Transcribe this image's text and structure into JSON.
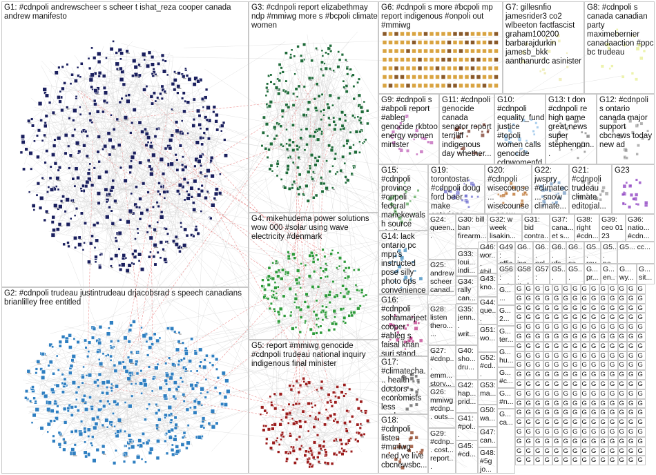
{
  "groups": [
    {
      "id": "G1",
      "label": "G1: #cdnpoli andrewscheer s scheer t ishat_reza cooper canada andrew manifesto",
      "color": "#1a1f5e"
    },
    {
      "id": "G2",
      "label": "G2: #cdnpoli trudeau justintrudeau drjacobsrad s speech canadians brianlilley free entitled",
      "color": "#2f7fc1"
    },
    {
      "id": "G3",
      "label": "G3: #cdnpoli report elizabethmay ndp #mmiwg more s #bcpoli climate women",
      "color": "#1f6b3a"
    },
    {
      "id": "G4",
      "label": "G4: mikehudema power solutions wow 000 #solar using wave electricity #denmark",
      "color": "#2e9a3a"
    },
    {
      "id": "G5",
      "label": "G5: report #mmiwg genocide #cdnpoli trudeau national inquiry indigenous final minister",
      "color": "#9b1c1c"
    },
    {
      "id": "G6",
      "label": "G6: #cdnpoli s more #bcpoli mp report indigenous #onpoli out #mmiwg",
      "color": "#d9a441"
    },
    {
      "id": "G7",
      "label": "G7: gillesnfio jamesrider3 co2 wlbeeton factfascist graham100200 barbarajdurkin jamesb_bkk aanthanurdc asinister",
      "color": "#ece9a8"
    },
    {
      "id": "G8",
      "label": "G8: #cdnpoli s canada canadian party maximebernier canadaaction #ppc bc trudeau",
      "color": "#e7ef92"
    },
    {
      "id": "G9",
      "label": "G9: #cdnpoli s #abpoli report #ableg genocide rkbtoo energy women minister",
      "color": "#c060b8"
    },
    {
      "id": "G11",
      "label": "G11: #cdnpoli genocide canada senator report terrilltf indigenous day whether...",
      "color": "#7a3a2a"
    },
    {
      "id": "G10",
      "label": "G10: #cdnpoli equality_fund justice #topoli women calls genocide cdnwomenfdn #bcpoli...",
      "color": "#8fbfe8"
    },
    {
      "id": "G13",
      "label": "G13: t don #cdnpoli re high name great news super stephenpun...",
      "color": "#888888"
    },
    {
      "id": "G12",
      "label": "G12: #cdnpoli s ontario canada major support cbcnews today new ad",
      "color": "#9a9a9a"
    },
    {
      "id": "G15",
      "label": "G15: #cdnpoli province #onpoli federal mariekewalsh source challenges...",
      "color": "#5aa85a"
    },
    {
      "id": "G19",
      "label": "G19: torontostar #cdnpoli doug ford beer make ontarians...",
      "color": "#6f6fd0"
    },
    {
      "id": "G20",
      "label": "G20: #cdnpoli wisecounse... wisecounse... snow #onpoli...",
      "color": "#c07a3a"
    },
    {
      "id": "G22",
      "label": "G22: jwspry #climatec... snow climate...",
      "color": "#7aa0c8"
    },
    {
      "id": "G21",
      "label": "G21: #cdnpoli trudeau climate editorial...",
      "color": "#a0a0a0"
    },
    {
      "id": "G23",
      "label": "G23",
      "color": "#8a3ac0"
    },
    {
      "id": "G14",
      "label": "G14: lack ontario pc mpp's instructed pose silly photo ops convenience",
      "color": "#3a8ac0"
    },
    {
      "id": "G16",
      "label": "G16: #cdnpoli sohiamarjeet cooper #ableg s faisal khan suri stand...",
      "color": "#c03a8a"
    },
    {
      "id": "G17",
      "label": "G17: #climatecha... health doctors economists less workers...",
      "color": "#5a5a5a"
    },
    {
      "id": "G18",
      "label": "G18: #cdnpoli listen #mmiwg need ve live cbcnewsbc...",
      "color": "#8a3a1a"
    },
    {
      "id": "G24",
      "label": "G24: queen...",
      "color": "#6a6a6a"
    },
    {
      "id": "G25",
      "label": "G25: andrew scheer canad...",
      "color": "#6a6a6a"
    },
    {
      "id": "G26",
      "label": "G26: mmiwg #cdnp... outs...",
      "color": "#6a6a6a"
    },
    {
      "id": "G27",
      "label": "G27: #cdnp... emm... story...",
      "color": "#6a6a6a"
    },
    {
      "id": "G28",
      "label": "G28: listen thero... ...",
      "color": "#6a6a6a"
    },
    {
      "id": "G29",
      "label": "G29: #cdnp... cost... report...",
      "color": "#6a6a6a"
    },
    {
      "id": "G30",
      "label": "G30: bill ban firearm...",
      "color": "#6a6a6a"
    },
    {
      "id": "G31",
      "label": "G31: bid contra...",
      "color": "#6a6a6a"
    },
    {
      "id": "G32",
      "label": "G32: w week lisakin...",
      "color": "#6a6a6a"
    },
    {
      "id": "G33",
      "label": "G33: loui... indi...",
      "color": "#6a6a6a"
    },
    {
      "id": "G34",
      "label": "G34: rally can...",
      "color": "#6a6a6a"
    },
    {
      "id": "G35",
      "label": "G35: jenn... writ...",
      "color": "#6a6a6a"
    },
    {
      "id": "G36",
      "label": "G36: natio... #cdn...",
      "color": "#6a6a6a"
    },
    {
      "id": "G37",
      "label": "G37: cana... et s...",
      "color": "#6a6a6a"
    },
    {
      "id": "G38",
      "label": "G38: right #cdn...",
      "color": "#6a6a6a"
    },
    {
      "id": "G39",
      "label": "G39: ceo 01 23 55...",
      "color": "#6a6a6a"
    },
    {
      "id": "G40",
      "label": "G40: sho... dru...",
      "color": "#6a6a6a"
    },
    {
      "id": "G41",
      "label": "G41: #pol... gra...",
      "color": "#6a6a6a"
    },
    {
      "id": "G42",
      "label": "G42: hap... prid...",
      "color": "#6a6a6a"
    },
    {
      "id": "G43",
      "label": "G43: kno... don...",
      "color": "#6a6a6a"
    },
    {
      "id": "G44",
      "label": "G44: que... roth...",
      "color": "#6a6a6a"
    },
    {
      "id": "G45",
      "label": "G45: #cd...",
      "color": "#6a6a6a"
    },
    {
      "id": "G46",
      "label": "G46: wor... #bil...",
      "color": "#6a6a6a"
    },
    {
      "id": "G47",
      "label": "G47: can...",
      "color": "#6a6a6a"
    },
    {
      "id": "G48",
      "label": "G48: #5g jo...",
      "color": "#6a6a6a"
    },
    {
      "id": "G49",
      "label": "G49: offic...",
      "color": "#6a6a6a"
    },
    {
      "id": "G50",
      "label": "G50: wa...",
      "color": "#6a6a6a"
    },
    {
      "id": "G51",
      "label": "G51: wo...",
      "color": "#6a6a6a"
    },
    {
      "id": "G52",
      "label": "G52: #cd...",
      "color": "#6a6a6a"
    },
    {
      "id": "G53",
      "label": "G53: ma...",
      "color": "#6a6a6a"
    },
    {
      "id": "G54",
      "label": "G5...",
      "color": "#6a6a6a"
    },
    {
      "id": "G55",
      "label": "G5...",
      "color": "#6a6a6a"
    },
    {
      "id": "G56",
      "label": "G56: pet...",
      "color": "#6a6a6a"
    },
    {
      "id": "G57",
      "label": "G57: ez...",
      "color": "#6a6a6a"
    },
    {
      "id": "G58",
      "label": "G58: #cd...",
      "color": "#6a6a6a"
    },
    {
      "id": "G6a",
      "label": "G6... inc...",
      "color": "#6a6a6a"
    },
    {
      "id": "G6b",
      "label": "G6... pol...",
      "color": "#6a6a6a"
    },
    {
      "id": "G6c",
      "label": "G6... vfs...",
      "color": "#6a6a6a"
    },
    {
      "id": "G6d",
      "label": "G6... se...",
      "color": "#6a6a6a"
    },
    {
      "id": "G5e",
      "label": "G5... ray...",
      "color": "#6a6a6a"
    },
    {
      "id": "G5f",
      "label": "G5... ne...",
      "color": "#6a6a6a"
    },
    {
      "id": "G5g",
      "label": "G5... cc...",
      "color": "#6a6a6a"
    },
    {
      "id": "G6e",
      "label": "G... pr...",
      "color": "#6a6a6a"
    },
    {
      "id": "G6f",
      "label": "G... en...",
      "color": "#6a6a6a"
    },
    {
      "id": "G6g",
      "label": "G... wy...",
      "color": "#6a6a6a"
    },
    {
      "id": "G6h",
      "label": "G... sit...",
      "color": "#6a6a6a"
    },
    {
      "id": "G59",
      "label": "G... ...",
      "color": "#6a6a6a"
    },
    {
      "id": "G60",
      "label": "G... 2...",
      "color": "#6a6a6a"
    },
    {
      "id": "Gt",
      "label": "G... ter...",
      "color": "#6a6a6a"
    },
    {
      "id": "Gh",
      "label": "G... hu...",
      "color": "#6a6a6a"
    },
    {
      "id": "Gc",
      "label": "G... #c...",
      "color": "#6a6a6a"
    },
    {
      "id": "Gn",
      "label": "G... #n...",
      "color": "#6a6a6a"
    },
    {
      "id": "Gca",
      "label": "G... ca...",
      "color": "#6a6a6a"
    }
  ],
  "tile_label": "G",
  "colors": {
    "edge_gray": "#bdbdbd",
    "edge_red": "#e04848",
    "panel_border": "#c8c8c8",
    "node_border": "#555555"
  }
}
